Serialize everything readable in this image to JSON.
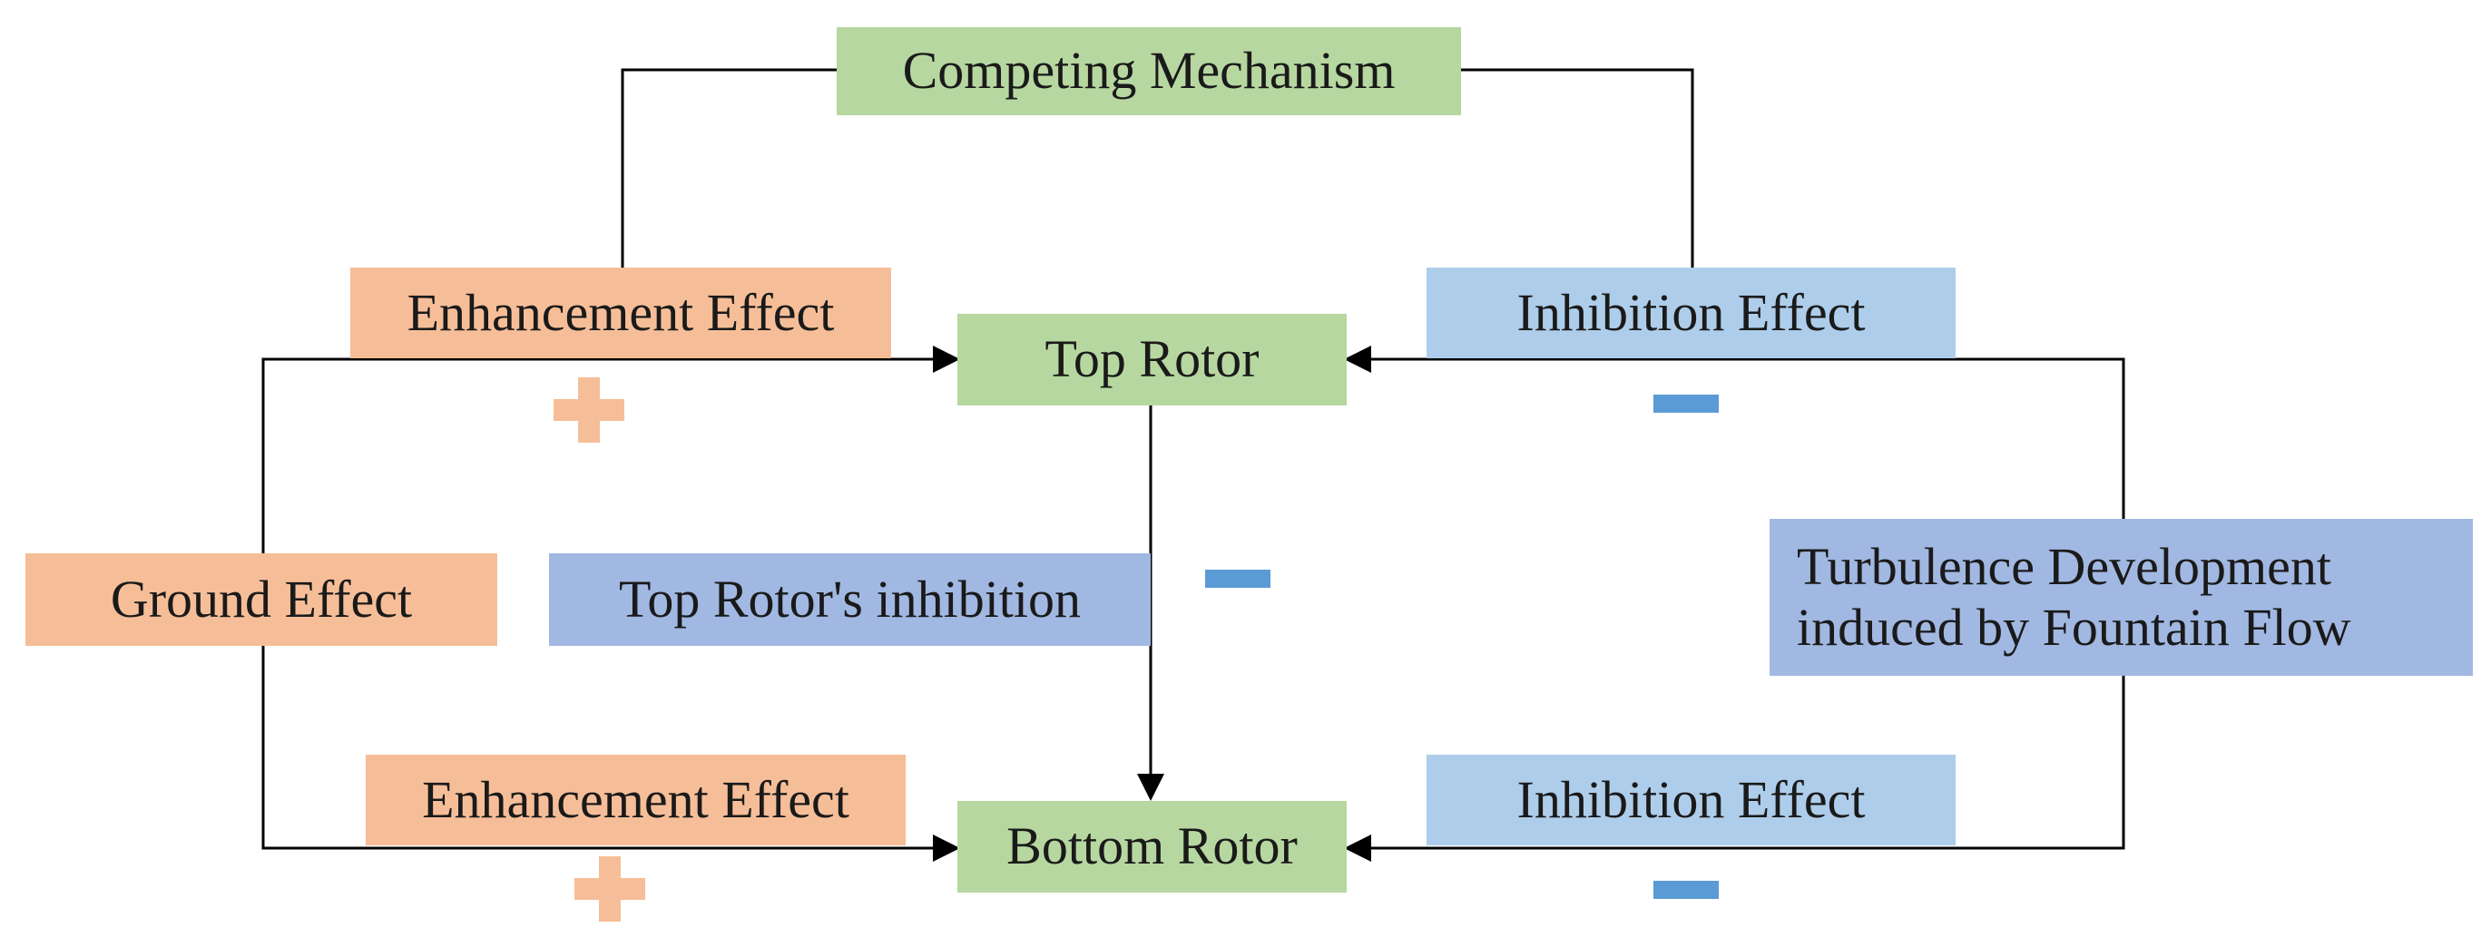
{
  "diagram": {
    "nodes": {
      "competing_mechanism": "Competing Mechanism",
      "enhancement_top": "Enhancement Effect",
      "top_rotor": "Top Rotor",
      "inhibition_top": "Inhibition Effect",
      "ground_effect": "Ground Effect",
      "top_rotor_inhibition": "Top Rotor's inhibition",
      "turbulence": {
        "line1": "Turbulence Development",
        "line2": "induced by Fountain Flow"
      },
      "enhancement_bottom": "Enhancement Effect",
      "bottom_rotor": "Bottom Rotor",
      "inhibition_bottom": "Inhibition Effect"
    },
    "signs": {
      "enhancement_top": "+",
      "inhibition_top": "−",
      "top_rotor_inhibition": "−",
      "enhancement_bottom": "+",
      "inhibition_bottom": "−"
    },
    "colors": {
      "green": "#b7d7a0",
      "orange": "#f6be98",
      "light_blue": "#aecdea",
      "medium_blue": "#a1b8e2",
      "minus_sign": "#5b9bd5",
      "plus_sign": "#f6be98"
    }
  }
}
